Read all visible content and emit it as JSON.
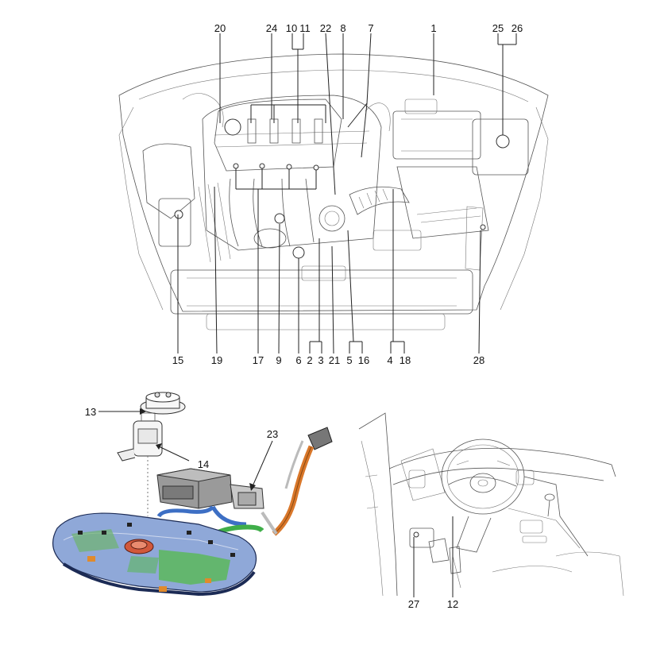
{
  "callouts_engine_top": [
    "20",
    "24",
    "10",
    "11",
    "22",
    "8",
    "7",
    "1",
    "25",
    "26"
  ],
  "callouts_engine_bottom": [
    "15",
    "19",
    "17",
    "9",
    "6",
    "2",
    "3",
    "21",
    "5",
    "16",
    "4",
    "18",
    "28"
  ],
  "callouts_tank": [
    "13",
    "14",
    "23"
  ],
  "callouts_interior": [
    "27",
    "12"
  ],
  "colors": {
    "line_art": "#333333",
    "tank_body": "#8fa8d8",
    "tank_green": "#5cb85c",
    "tank_orange": "#e08a2c",
    "hose_blue": "#3d6fc4",
    "hose_green": "#3fae49",
    "hose_orange": "#d9772a",
    "canister_gray": "#8a8a8a"
  }
}
